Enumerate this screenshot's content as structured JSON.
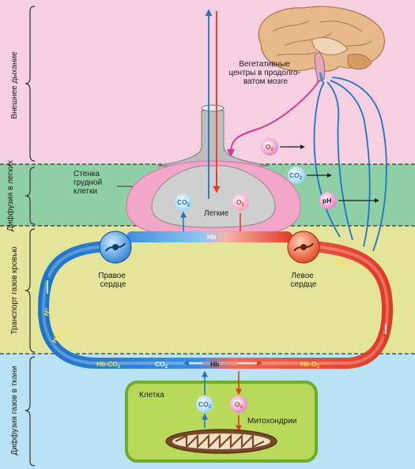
{
  "colors": {
    "band_external": "#f6cfe0",
    "band_diffusion_lungs": "#8ecfa6",
    "band_transport": "#e4e59a",
    "band_tissue": "#b9e3f5",
    "venous": "#1f74c7",
    "arterial": "#e03a25",
    "neural": "#d43b96",
    "cell_fill": "#b9d95a",
    "cell_border": "#6fae2d"
  },
  "sections": {
    "external": "Внешнее дыхание",
    "diffusion_lungs": "Диффузия в легких",
    "transport": "Транспорт газов кровью",
    "tissue": "Диффузия газов в ткани"
  },
  "labels": {
    "brain_centers": [
      "Вегетативные",
      "центры в продолго-",
      "ватом мозге"
    ],
    "chest_wall": [
      "Стенка",
      "грудной",
      "клетки"
    ],
    "lungs": "Легкие",
    "right_heart": [
      "Правое",
      "сердце"
    ],
    "left_heart": [
      "Левое",
      "сердце"
    ],
    "cell": "Клетка",
    "mitochondria": "Митохондрии"
  },
  "chem": {
    "co2": "CO",
    "o2": "O",
    "sub2": "2",
    "ph": "pH",
    "hb": "Hb",
    "hb_o2": "Hb-O",
    "hb_co2": "Hb-CO",
    "h_plus": "H",
    "plus": "+",
    "hco3": "HCO",
    "sub3": "3",
    "minus": "–"
  },
  "icons": [
    "brain-icon",
    "mitochondrion-icon",
    "right-heart-icon",
    "left-heart-icon"
  ]
}
